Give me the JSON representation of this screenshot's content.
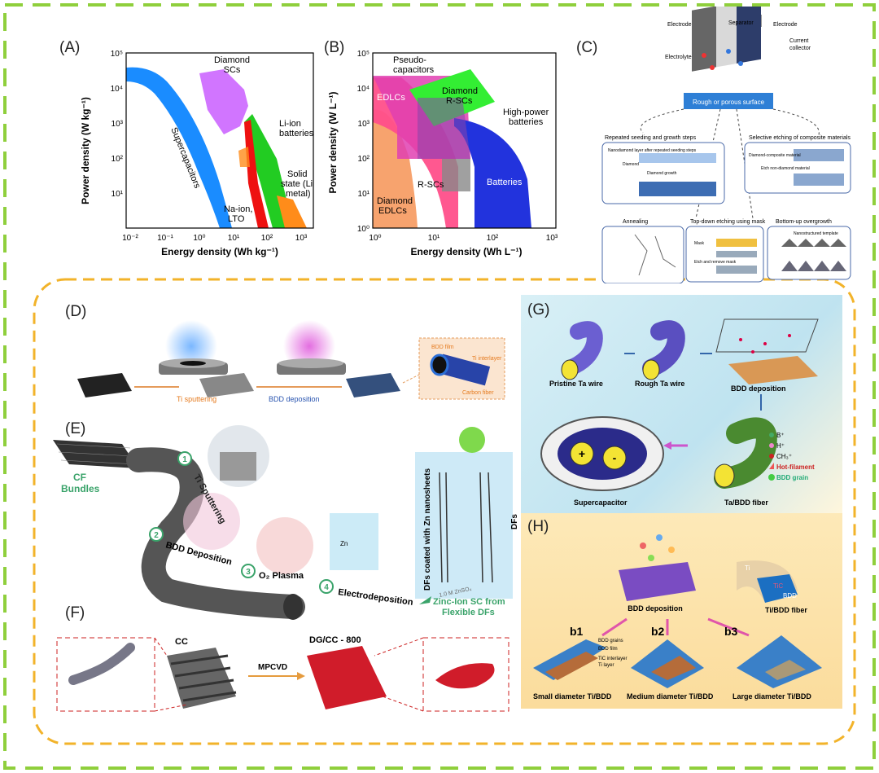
{
  "panels": {
    "A": "(A)",
    "B": "(B)",
    "C": "(C)",
    "D": "(D)",
    "E": "(E)",
    "F": "(F)",
    "G": "(G)",
    "H": "(H)"
  },
  "A": {
    "xlabel": "Energy density (Wh kg⁻¹)",
    "ylabel": "Power density (W kg⁻¹)",
    "xticks": [
      "10⁻²",
      "10⁻¹",
      "10⁰",
      "10¹",
      "10²",
      "10³"
    ],
    "yticks": [
      "10⁵",
      "10⁴",
      "10³",
      "10²",
      "10¹"
    ],
    "regions": {
      "supercap": "Supercapacitors",
      "diamond": "Diamond",
      "diamond2": "SCs",
      "liion": "Li-ion",
      "liion2": "batteries",
      "naion": "Na-ion,",
      "naion2": "LTO",
      "solid": "Solid",
      "solid2": "state (Li",
      "solid3": "metal)"
    },
    "colors": {
      "supercap": "#1e90ff",
      "diamond": "#cc66ff",
      "liion": "#22cc22",
      "red": "#ee1111",
      "solid": "#ff8c1a"
    }
  },
  "B": {
    "xlabel": "Energy density (Wh L⁻¹)",
    "ylabel": "Power density (W L⁻¹)",
    "xticks": [
      "10⁰",
      "10¹",
      "10²",
      "10³"
    ],
    "yticks": [
      "10⁵",
      "10⁴",
      "10³",
      "10²",
      "10¹",
      "10⁰"
    ],
    "regions": {
      "pseudo": "Pseudo-",
      "pseudo2": "capacitors",
      "edlc": "EDLCs",
      "diamondr": "Diamond",
      "diamondr2": "R-SCs",
      "highpower": "High-power",
      "highpower2": "batteries",
      "rscs": "R-SCs",
      "batteries": "Batteries",
      "diamondedlc": "Diamond",
      "diamondedlc2": "EDLCs"
    }
  },
  "C": {
    "electrode_l": "Electrode",
    "separator": "Separator",
    "electrode_r": "Electrode",
    "current": "Current",
    "collector": "collector",
    "electrolyte": "Electrolyte",
    "surface": "Rough or porous surface",
    "seeding": "Repeated seeding and growth steps",
    "etching": "Selective etching of composite materials",
    "annealing": "Annealing",
    "topdown": "Top-down etching using mask",
    "bottomup": "Bottom-up overgrowth",
    "diamond": "Diamond",
    "growth": "Diamond growth",
    "nano": "Nanodiamond layer after repeated seeding steps",
    "composite": "Diamond-composite material",
    "etch": "Etch non-diamond material",
    "mask": "Mask",
    "etchremove": "Etch and remove mask",
    "template": "Nanostructured template"
  },
  "D": {
    "ti_sputter": "Ti sputtering",
    "bdd_dep": "BDD deposition",
    "bdd_film": "BDD film",
    "ti_inter": "Ti interlayer",
    "carbon_fiber": "Carbon fiber"
  },
  "E": {
    "cf": "CF",
    "bundles": "Bundles",
    "step1": "1",
    "step1_label": "Ti Sputtering",
    "step2": "2",
    "step2_label": "BDD Deposition",
    "step3": "3",
    "step3_label": "O₂ Plasma",
    "step4": "4",
    "step4_label": "Electrodeposition",
    "zn": "Zn",
    "zinc1": "Zinc-Ion SC from",
    "zinc2": "Flexible DFs",
    "dfs_coated": "DFs coated with Zn nanosheets",
    "dfs": "DFs",
    "znso4": "1.0 M ZnSO₄"
  },
  "F": {
    "cc": "CC",
    "mpcvd": "MPCVD",
    "dgcc": "DG/CC - 800"
  },
  "G": {
    "pristine": "Pristine Ta wire",
    "rough": "Rough Ta wire",
    "bdd": "BDD deposition",
    "supercap": "Supercapacitor",
    "tabdd": "Ta/BDD fiber",
    "legend": [
      "B⁺",
      "H⁺",
      "CH₃⁺",
      "Hot-filament",
      "BDD grain"
    ],
    "plus": "+",
    "minus": "-"
  },
  "H": {
    "bdd": "BDD deposition",
    "tibdd": "Ti/BDD fiber",
    "ti": "Ti",
    "tic": "TiC",
    "bddlbl": "BDD",
    "b1": "b1",
    "b2": "b2",
    "b3": "b3",
    "grains": "BDD grains",
    "film": "BDD film",
    "tic_inter": "TiC interlayer",
    "ti_layer": "Ti layer",
    "small": "Small diameter Ti/BDD",
    "medium": "Medium diameter Ti/BDD",
    "large": "Large diameter Ti/BDD"
  }
}
